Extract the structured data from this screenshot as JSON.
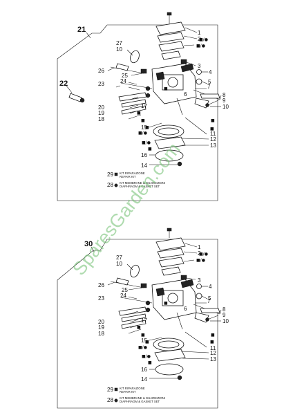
{
  "diagrams": [
    {
      "assembly_number": "21",
      "labels": {
        "p1": "1",
        "p2": "2",
        "p3": "3",
        "p4": "4",
        "p5": "5",
        "p6": "6",
        "p7": "7",
        "p8": "8",
        "p9": "9",
        "p10": "10",
        "p11": "11",
        "p12": "12",
        "p13": "13",
        "p14": "14",
        "p15": "15",
        "p16": "16",
        "p17": "17",
        "p18": "18",
        "p19": "19",
        "p20": "20",
        "p22": "22",
        "p23": "23",
        "p24": "24",
        "p25": "25",
        "p26": "26",
        "p27": "27",
        "p10b": "10"
      },
      "kits": [
        {
          "number": "29",
          "line1": "KIT RIPARAZIONE",
          "line2": "REPAIR KIT"
        },
        {
          "number": "28",
          "line1": "KIT MEMBRANE & GUARNIZIONI",
          "line2": "DIAPHRAGM & GASKET SET"
        }
      ]
    },
    {
      "assembly_number": "30",
      "labels": {
        "p1": "1",
        "p2": "2",
        "p3": "3",
        "p4": "4",
        "p5": "5",
        "p6": "6",
        "p7": "7",
        "p8": "8",
        "p9": "9",
        "p10": "10",
        "p11": "11",
        "p12": "12",
        "p13": "13",
        "p14": "14",
        "p15": "15",
        "p16": "16",
        "p17": "17",
        "p18": "18",
        "p19": "19",
        "p20": "20",
        "p23": "23",
        "p24": "24",
        "p25": "25",
        "p26": "26",
        "p27": "27",
        "p10b": "10"
      },
      "kits": [
        {
          "number": "29",
          "line1": "KIT RIPARAZIONE",
          "line2": "REPAIR KIT"
        },
        {
          "number": "28",
          "line1": "KIT MEMBRANE & GUARNIZIONI",
          "line2": "DIAPHRAGM & GASKET SET"
        }
      ]
    }
  ],
  "watermark": "SparesGarden.com"
}
